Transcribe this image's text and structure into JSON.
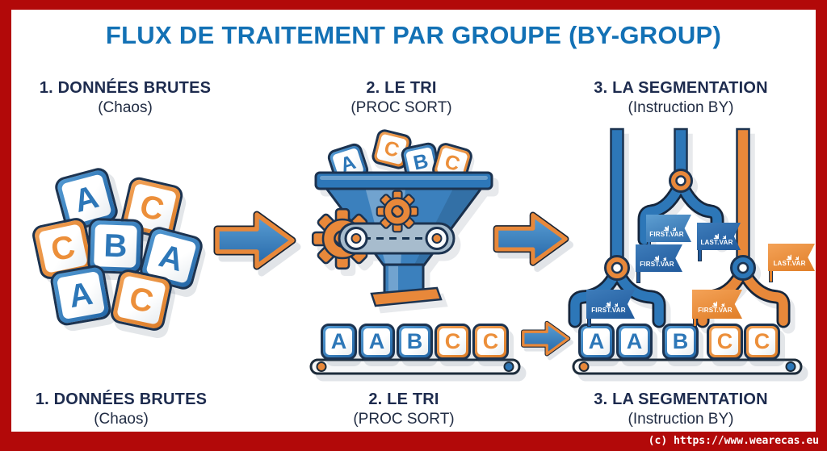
{
  "title": "FLUX DE TRAITEMENT PAR GROUPE (BY-GROUP)",
  "steps": [
    {
      "number_label": "1. DONNÉES BRUTES",
      "sub_label": "(Chaos)"
    },
    {
      "number_label": "2. LE TRI",
      "sub_label": "(PROC SORT)"
    },
    {
      "number_label": "3. LA SEGMENTATION",
      "sub_label": "(Instruction BY)"
    }
  ],
  "raw_blocks": [
    {
      "letter": "A",
      "color": "blue"
    },
    {
      "letter": "C",
      "color": "orange"
    },
    {
      "letter": "C",
      "color": "orange"
    },
    {
      "letter": "B",
      "color": "blue"
    },
    {
      "letter": "A",
      "color": "blue"
    },
    {
      "letter": "A",
      "color": "blue"
    },
    {
      "letter": "C",
      "color": "orange"
    }
  ],
  "funnel_blocks": [
    {
      "letter": "A",
      "color": "blue"
    },
    {
      "letter": "C",
      "color": "orange"
    },
    {
      "letter": "B",
      "color": "blue"
    },
    {
      "letter": "C",
      "color": "orange"
    }
  ],
  "sorted_blocks": [
    {
      "letter": "A",
      "color": "blue"
    },
    {
      "letter": "A",
      "color": "blue"
    },
    {
      "letter": "B",
      "color": "blue"
    },
    {
      "letter": "C",
      "color": "orange"
    },
    {
      "letter": "C",
      "color": "orange"
    }
  ],
  "segmented_blocks": [
    {
      "letter": "A",
      "color": "blue"
    },
    {
      "letter": "A",
      "color": "blue"
    },
    {
      "letter": "B",
      "color": "blue"
    },
    {
      "letter": "C",
      "color": "orange"
    },
    {
      "letter": "C",
      "color": "orange"
    }
  ],
  "flags": [
    {
      "label": "FIRST.VAR"
    },
    {
      "label": "LAST.VAR"
    },
    {
      "label": "FIRST.VAR"
    },
    {
      "label": "FIRST.VAR"
    },
    {
      "label": "LAST.VAR"
    },
    {
      "label": "FIRST.VAR"
    }
  ],
  "footer": {
    "copyright": "(c) https://www.wearecas.eu"
  },
  "colors": {
    "frame_red": "#b20909",
    "title_blue": "#1371b5",
    "text_navy": "#1d2b4e",
    "block_blue": "#2d77b8",
    "block_orange": "#e8883a"
  }
}
